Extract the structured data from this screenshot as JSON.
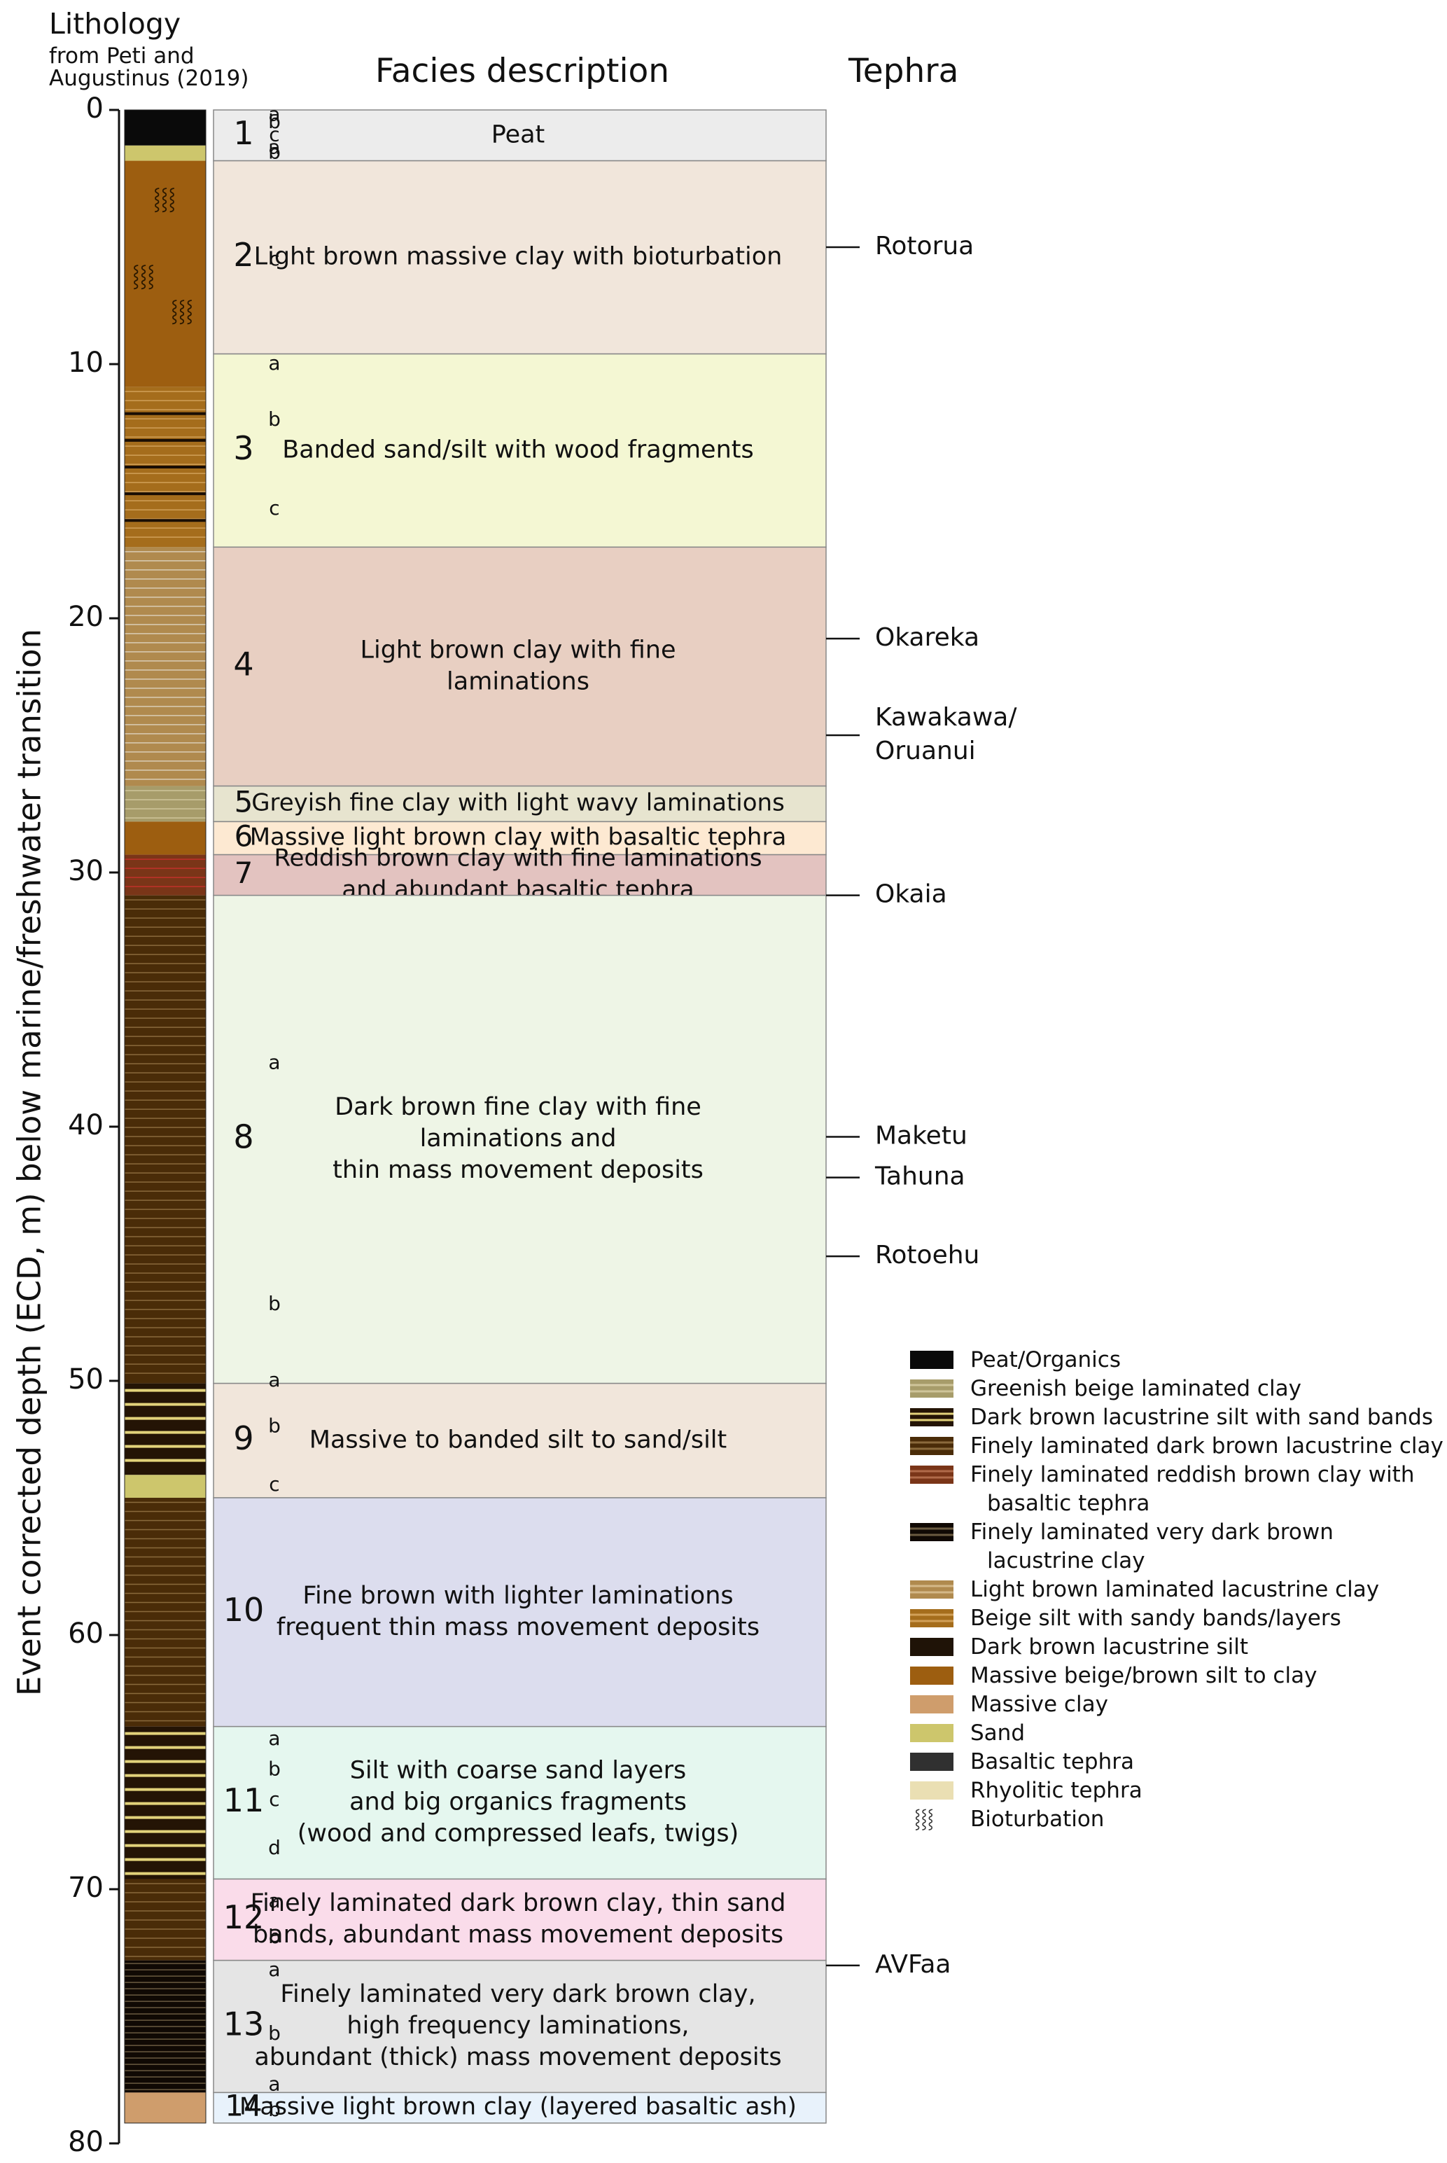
{
  "headers": {
    "lithology_title": "Lithology",
    "lithology_source_1": "from Peti and",
    "lithology_source_2": "Augustinus (2019)",
    "facies_title": "Facies description",
    "tephra_title": "Tephra"
  },
  "y_axis": {
    "label": "Event corrected depth (ECD, m) below marine/freshwater transition",
    "ticks": [
      0,
      10,
      20,
      30,
      40,
      50,
      60,
      70,
      80
    ],
    "range": [
      0,
      80
    ]
  },
  "facies": [
    {
      "num": "1",
      "top": 0,
      "bottom": 2.0,
      "color": "#ececec",
      "desc_lines": [
        "Peat"
      ]
    },
    {
      "num": "2",
      "top": 2.0,
      "bottom": 9.6,
      "color": "#f1e6db",
      "desc_lines": [
        "Light brown massive clay with bioturbation"
      ]
    },
    {
      "num": "3",
      "top": 9.6,
      "bottom": 17.2,
      "color": "#f4f7d3",
      "desc_lines": [
        "Banded sand/silt with wood fragments"
      ]
    },
    {
      "num": "4",
      "top": 17.2,
      "bottom": 26.6,
      "color": "#e8cfc2",
      "desc_lines": [
        "Light brown clay with fine",
        "laminations"
      ]
    },
    {
      "num": "5",
      "top": 26.6,
      "bottom": 28.0,
      "color": "#e7e4cf",
      "desc_lines": [
        "Greyish fine clay with light wavy laminations"
      ]
    },
    {
      "num": "6",
      "top": 28.0,
      "bottom": 29.3,
      "color": "#fde9d2",
      "desc_lines": [
        "Massive light brown clay with basaltic tephra"
      ]
    },
    {
      "num": "7",
      "top": 29.3,
      "bottom": 30.9,
      "color": "#e3c3c0",
      "desc_lines": [
        "Reddish brown clay with fine laminations",
        "and abundant basaltic tephra"
      ]
    },
    {
      "num": "8",
      "top": 30.9,
      "bottom": 50.1,
      "color": "#eef5e6",
      "desc_lines": [
        "Dark brown fine clay with fine",
        "laminations and",
        "thin mass movement deposits"
      ]
    },
    {
      "num": "9",
      "top": 50.1,
      "bottom": 54.6,
      "color": "#f1e6db",
      "desc_lines": [
        "Massive to banded silt to sand/silt"
      ]
    },
    {
      "num": "10",
      "top": 54.6,
      "bottom": 63.6,
      "color": "#dcddee",
      "desc_lines": [
        "Fine brown with lighter laminations",
        "frequent thin mass movement deposits"
      ]
    },
    {
      "num": "11",
      "top": 63.6,
      "bottom": 69.6,
      "color": "#e5f7ef",
      "desc_lines": [
        "Silt with coarse sand layers",
        "and big organics fragments",
        "(wood and compressed leafs, twigs)"
      ]
    },
    {
      "num": "12",
      "top": 69.6,
      "bottom": 72.8,
      "color": "#fadcea",
      "desc_lines": [
        "Finely laminated dark brown clay,  thin sand",
        "bands, abundant mass movement deposits"
      ]
    },
    {
      "num": "13",
      "top": 72.8,
      "bottom": 78.0,
      "color": "#e5e5e5",
      "desc_lines": [
        "Finely laminated very dark brown clay,",
        "high frequency laminations,",
        "abundant (thick) mass movement deposits"
      ]
    },
    {
      "num": "14",
      "top": 78.0,
      "bottom": 79.2,
      "color": "#e8f2fb",
      "desc_lines": [
        "Massive light brown clay (layered basaltic ash)"
      ]
    }
  ],
  "subunits": [
    {
      "letter": "a",
      "depth": 0.2
    },
    {
      "letter": "b",
      "depth": 0.5
    },
    {
      "letter": "c",
      "depth": 1.0
    },
    {
      "letter": "b",
      "depth": 1.7
    },
    {
      "letter": "a",
      "depth": 1.5
    },
    {
      "letter": "c",
      "depth": 5.9
    },
    {
      "letter": "a",
      "depth": 10.0
    },
    {
      "letter": "b",
      "depth": 12.2
    },
    {
      "letter": "c",
      "depth": 15.7
    },
    {
      "letter": "a",
      "depth": 37.5
    },
    {
      "letter": "b",
      "depth": 47.0
    },
    {
      "letter": "a",
      "depth": 50.0
    },
    {
      "letter": "b",
      "depth": 51.8
    },
    {
      "letter": "c",
      "depth": 54.1
    },
    {
      "letter": "a",
      "depth": 64.1
    },
    {
      "letter": "b",
      "depth": 65.3
    },
    {
      "letter": "c",
      "depth": 66.5
    },
    {
      "letter": "d",
      "depth": 68.4
    },
    {
      "letter": "a",
      "depth": 70.5
    },
    {
      "letter": "b",
      "depth": 71.9
    },
    {
      "letter": "a",
      "depth": 73.2
    },
    {
      "letter": "b",
      "depth": 75.7
    },
    {
      "letter": "a",
      "depth": 77.7
    },
    {
      "letter": "b",
      "depth": 78.7
    }
  ],
  "tephra": [
    {
      "name_lines": [
        "Rotorua"
      ],
      "depth": 5.4
    },
    {
      "name_lines": [
        "Okareka"
      ],
      "depth": 20.8
    },
    {
      "name_lines": [
        "Kawakawa/",
        "Oruanui"
      ],
      "depth": 24.6
    },
    {
      "name_lines": [
        "Okaia"
      ],
      "depth": 30.9
    },
    {
      "name_lines": [
        "Maketu"
      ],
      "depth": 40.4
    },
    {
      "name_lines": [
        "Tahuna"
      ],
      "depth": 42.0
    },
    {
      "name_lines": [
        "Rotoehu"
      ],
      "depth": 45.1
    },
    {
      "name_lines": [
        "AVFaa"
      ],
      "depth": 73.0
    }
  ],
  "lithology": [
    {
      "top": 0,
      "bottom": 1.4,
      "type": "peat"
    },
    {
      "top": 1.4,
      "bottom": 2.0,
      "type": "sand"
    },
    {
      "top": 2.0,
      "bottom": 10.9,
      "type": "massive_beige"
    },
    {
      "top": 10.9,
      "bottom": 17.2,
      "type": "beige_sandy"
    },
    {
      "top": 17.2,
      "bottom": 26.6,
      "type": "light_brown_lam"
    },
    {
      "top": 26.6,
      "bottom": 28.0,
      "type": "greenish"
    },
    {
      "top": 28.0,
      "bottom": 29.3,
      "type": "massive_beige"
    },
    {
      "top": 29.3,
      "bottom": 30.9,
      "type": "reddish"
    },
    {
      "top": 30.9,
      "bottom": 50.1,
      "type": "finely_dark"
    },
    {
      "top": 50.1,
      "bottom": 53.7,
      "type": "dark_sand_bands"
    },
    {
      "top": 53.7,
      "bottom": 54.6,
      "type": "sand"
    },
    {
      "top": 54.6,
      "bottom": 63.6,
      "type": "finely_dark"
    },
    {
      "top": 63.6,
      "bottom": 69.6,
      "type": "dark_sand_bands"
    },
    {
      "top": 69.6,
      "bottom": 72.8,
      "type": "finely_dark"
    },
    {
      "top": 72.8,
      "bottom": 78.0,
      "type": "very_dark"
    },
    {
      "top": 78.0,
      "bottom": 79.2,
      "type": "massive_clay"
    }
  ],
  "legend": [
    {
      "label_lines": [
        "Peat/Organics"
      ],
      "fill": "#0a0a0a",
      "stripe": ""
    },
    {
      "label_lines": [
        "Greenish beige laminated clay"
      ],
      "fill": "#a79c6a",
      "stripe": "#cfc59a"
    },
    {
      "label_lines": [
        "Dark brown lacustrine silt with sand bands"
      ],
      "fill": "#241405",
      "stripe": "#e2d27a"
    },
    {
      "label_lines": [
        "Finely laminated dark brown lacustrine clay"
      ],
      "fill": "#4a2c08",
      "stripe": "#8a6a3c"
    },
    {
      "label_lines": [
        "Finely laminated reddish brown clay with",
        "basaltic tephra"
      ],
      "fill": "#7a3518",
      "stripe": "#b06a4a"
    },
    {
      "label_lines": [
        "Finely laminated very dark brown",
        "lacustrine clay"
      ],
      "fill": "#100904",
      "stripe": "#6a5a40"
    },
    {
      "label_lines": [
        "Light brown laminated lacustrine clay"
      ],
      "fill": "#b08a4e",
      "stripe": "#d4b888"
    },
    {
      "label_lines": [
        "Beige silt with sandy bands/layers"
      ],
      "fill": "#a56d1c",
      "stripe": "#d1a058"
    },
    {
      "label_lines": [
        "Dark brown lacustrine silt"
      ],
      "fill": "#1f1307",
      "stripe": ""
    },
    {
      "label_lines": [
        "Massive beige/brown silt to clay"
      ],
      "fill": "#9d5e10",
      "stripe": ""
    },
    {
      "label_lines": [
        "Massive clay"
      ],
      "fill": "#cf9d6c",
      "stripe": ""
    },
    {
      "label_lines": [
        "Sand"
      ],
      "fill": "#cdc66c",
      "stripe": ""
    },
    {
      "label_lines": [
        "Basaltic tephra"
      ],
      "fill": "#303030",
      "stripe": ""
    },
    {
      "label_lines": [
        "Rhyolitic tephra"
      ],
      "fill": "#eadfb3",
      "stripe": ""
    },
    {
      "label_lines": [
        "Bioturbation"
      ],
      "fill": "",
      "stripe": ""
    }
  ]
}
